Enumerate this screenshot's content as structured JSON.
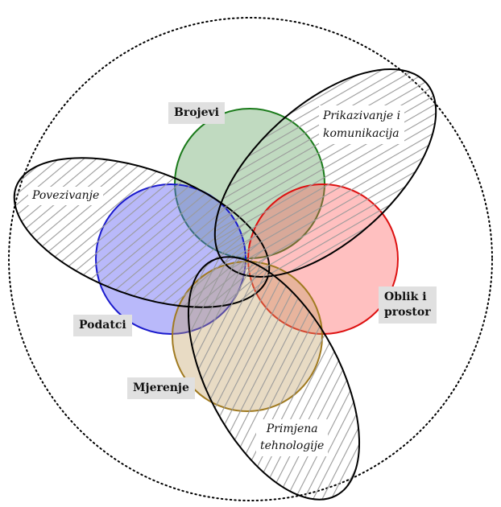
{
  "sets": {
    "brojevi": {
      "label": "Brojevi",
      "color": "#1a7a1a"
    },
    "podatci": {
      "label": "Podatci",
      "color": "#1a1acc"
    },
    "oblik": {
      "label": "Oblik i prostor",
      "line1": "Oblik i",
      "line2": "prostor",
      "color": "#dd1111"
    },
    "mjerenje": {
      "label": "Mjerenje",
      "color": "#a07a20"
    }
  },
  "processes": {
    "povezivanje": {
      "label": "Povezivanje"
    },
    "prikazivanje": {
      "line1": "Prikazivanje i",
      "line2": "komunikacija"
    },
    "primjena": {
      "line1": "Primjena",
      "line2": "tehnologije"
    }
  }
}
